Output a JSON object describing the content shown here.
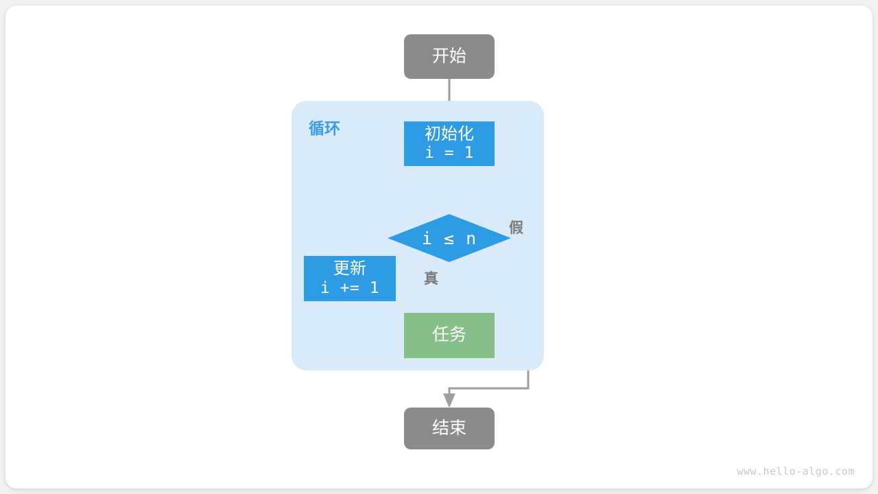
{
  "page": {
    "background": "#f2f2f2",
    "card_background": "#ffffff",
    "watermark": "www.hello-algo.com"
  },
  "palette": {
    "terminal": "#8b8b8b",
    "process_blue": "#2e9ce4",
    "process_green": "#86bf87",
    "loop_container": "#d9eaf8",
    "loop_label": "#3a9bea",
    "edge": "#9e9e9e",
    "edge_label": "#7b7b7b",
    "node_text": "#ffffff"
  },
  "diagram": {
    "type": "flowchart",
    "title": "",
    "loop_container": {
      "label": "循环"
    },
    "nodes": [
      {
        "id": "start",
        "shape": "terminal",
        "label": "开始"
      },
      {
        "id": "init",
        "shape": "process",
        "label": "初始化",
        "code": "i = 1"
      },
      {
        "id": "condition",
        "shape": "decision",
        "label": "i ≤ n"
      },
      {
        "id": "update",
        "shape": "process",
        "label": "更新",
        "code": "i += 1"
      },
      {
        "id": "task",
        "shape": "process",
        "label": "任务"
      },
      {
        "id": "end",
        "shape": "terminal",
        "label": "结束"
      }
    ],
    "edges": [
      {
        "from": "start",
        "to": "init",
        "label": ""
      },
      {
        "from": "init",
        "to": "condition",
        "label": ""
      },
      {
        "from": "condition",
        "to": "task",
        "label": "真"
      },
      {
        "from": "condition",
        "to": "end",
        "label": "假"
      },
      {
        "from": "task",
        "to": "update",
        "label": ""
      },
      {
        "from": "update",
        "to": "condition",
        "label": ""
      }
    ],
    "edge_labels": {
      "true": "真",
      "false": "假"
    }
  }
}
